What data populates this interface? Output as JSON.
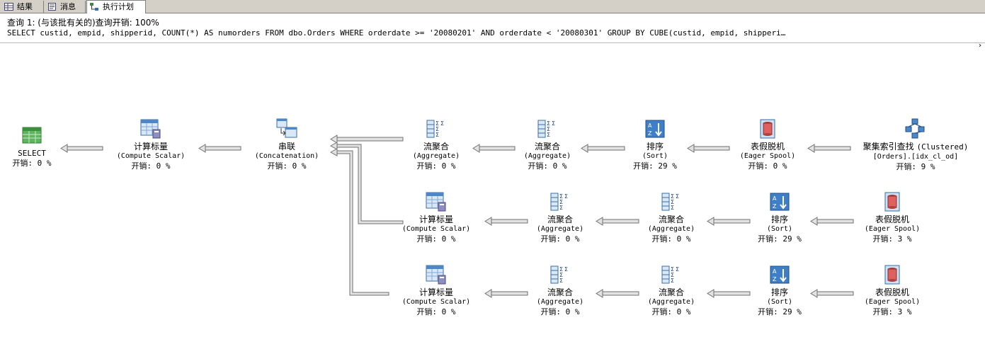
{
  "tabs": [
    {
      "label": "结果",
      "icon": "grid-icon"
    },
    {
      "label": "消息",
      "icon": "message-icon"
    },
    {
      "label": "执行计划",
      "icon": "plan-icon"
    }
  ],
  "query": {
    "line1": "查询 1: (与该批有关的)查询开销: 100%",
    "line2": "SELECT custid, empid, shipperid, COUNT(*) AS numorders FROM dbo.Orders WHERE orderdate >= '20080201' AND orderdate < '20080301' GROUP BY CUBE(custid, empid, shipperi…"
  },
  "nodes": {
    "select": {
      "name": "SELECT",
      "cost": "开销: 0 %"
    },
    "cs1": {
      "name": "计算标量",
      "en": "(Compute Scalar)",
      "cost": "开销: 0 %"
    },
    "concat": {
      "name": "串联",
      "en": "(Concatenation)",
      "cost": "开销: 0 %"
    },
    "r1_agg1": {
      "name": "流聚合",
      "en": "(Aggregate)",
      "cost": "开销: 0 %"
    },
    "r1_agg2": {
      "name": "流聚合",
      "en": "(Aggregate)",
      "cost": "开销: 0 %"
    },
    "r1_sort": {
      "name": "排序",
      "en": "(Sort)",
      "cost": "开销: 29 %"
    },
    "r1_spool": {
      "name": "表假脱机",
      "en": "(Eager Spool)",
      "cost": "开销: 0 %"
    },
    "seek": {
      "name": "聚集索引查找",
      "extra": "(Clustered)",
      "en": "[Orders].[idx_cl_od]",
      "cost": "开销: 9 %"
    },
    "r2_cs": {
      "name": "计算标量",
      "en": "(Compute Scalar)",
      "cost": "开销: 0 %"
    },
    "r2_agg1": {
      "name": "流聚合",
      "en": "(Aggregate)",
      "cost": "开销: 0 %"
    },
    "r2_agg2": {
      "name": "流聚合",
      "en": "(Aggregate)",
      "cost": "开销: 0 %"
    },
    "r2_sort": {
      "name": "排序",
      "en": "(Sort)",
      "cost": "开销: 29 %"
    },
    "r2_spool": {
      "name": "表假脱机",
      "en": "(Eager Spool)",
      "cost": "开销: 3 %"
    },
    "r3_cs": {
      "name": "计算标量",
      "en": "(Compute Scalar)",
      "cost": "开销: 0 %"
    },
    "r3_agg1": {
      "name": "流聚合",
      "en": "(Aggregate)",
      "cost": "开销: 0 %"
    },
    "r3_agg2": {
      "name": "流聚合",
      "en": "(Aggregate)",
      "cost": "开销: 0 %"
    },
    "r3_sort": {
      "name": "排序",
      "en": "(Sort)",
      "cost": "开销: 29 %"
    },
    "r3_spool": {
      "name": "表假脱机",
      "en": "(Eager Spool)",
      "cost": "开销: 3 %"
    }
  }
}
